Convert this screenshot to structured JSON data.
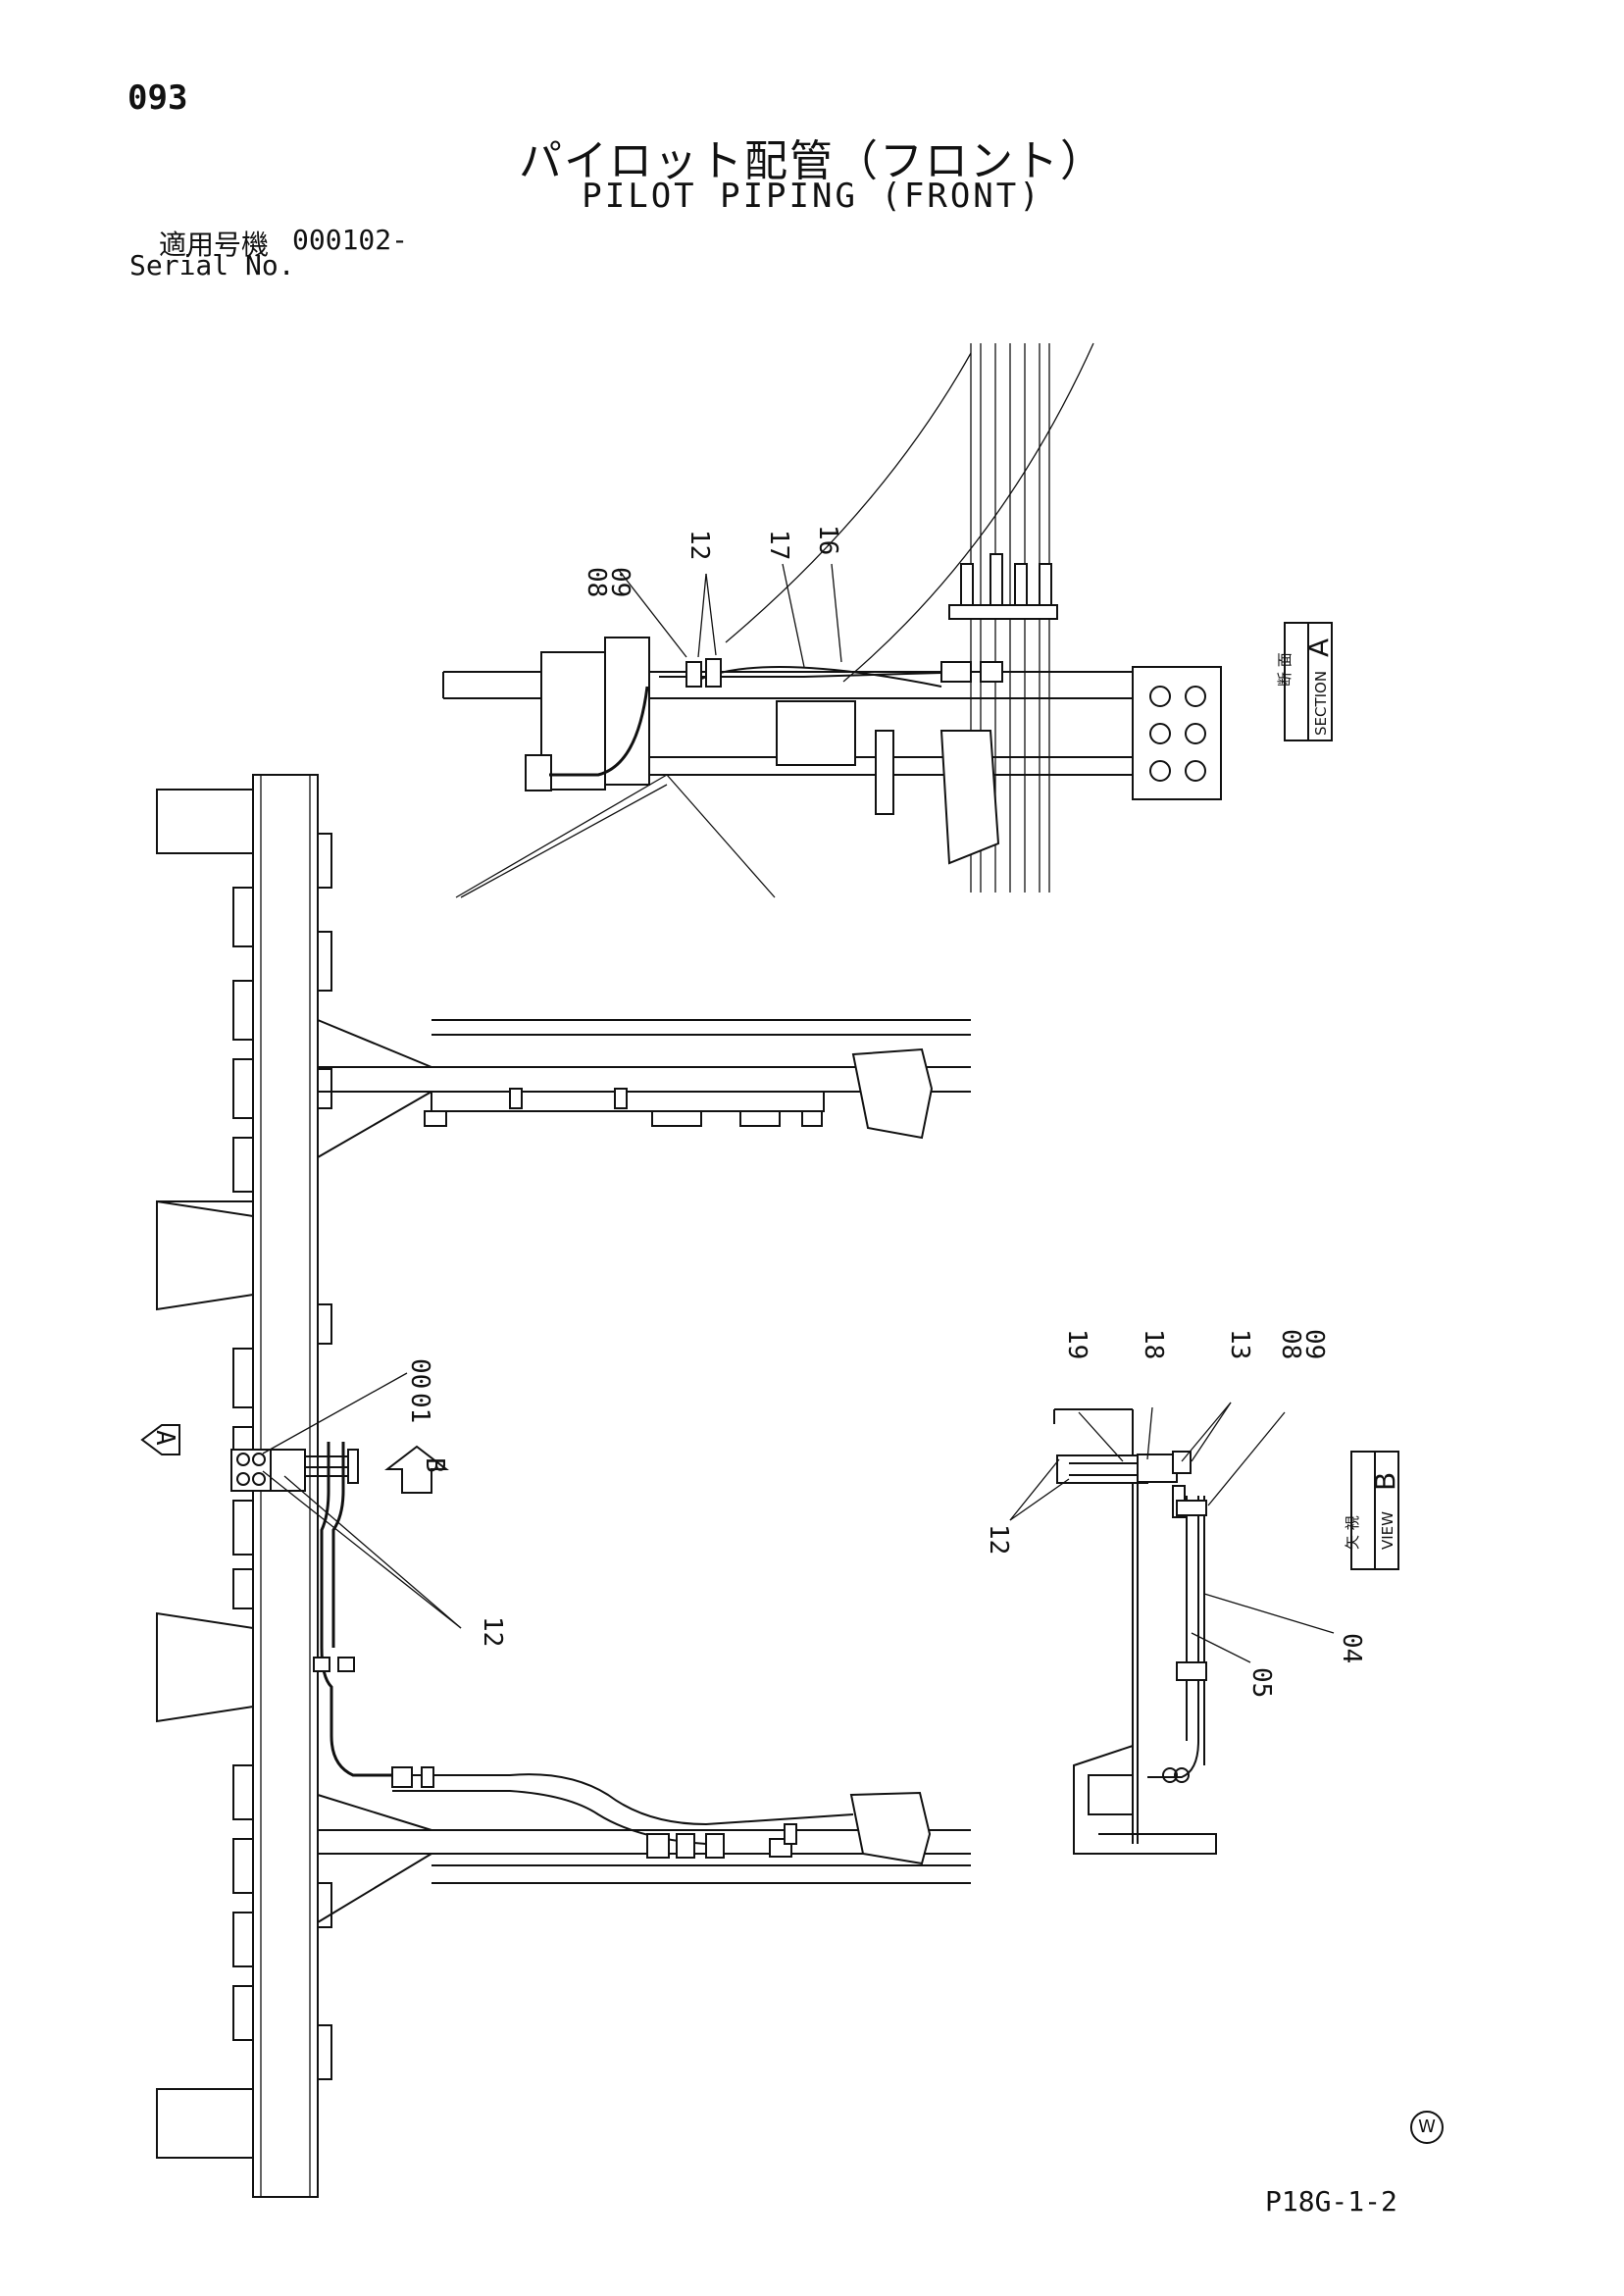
{
  "page_number": "093",
  "title_jp": "パイロット配管（フロント）",
  "title_en": "PILOT PIPING (FRONT)",
  "serial": {
    "label_jp": "適用号機",
    "value": "000102-",
    "label_en": "Serial No."
  },
  "section_a": {
    "jp": "断 面",
    "en": "SECTION",
    "letter": "A",
    "labels": [
      "08",
      "09",
      "12",
      "17",
      "16"
    ]
  },
  "view_b": {
    "jp": "矢 視",
    "en": "VIEW",
    "letter": "B",
    "labels": [
      "19",
      "18",
      "13",
      "08",
      "09",
      "12",
      "04",
      "05"
    ]
  },
  "main_view": {
    "labels": [
      "00",
      "01",
      "12"
    ],
    "arrow_a": "A",
    "arrow_b": "B"
  },
  "mark": "W",
  "drawing_code": "P18G-1-2"
}
